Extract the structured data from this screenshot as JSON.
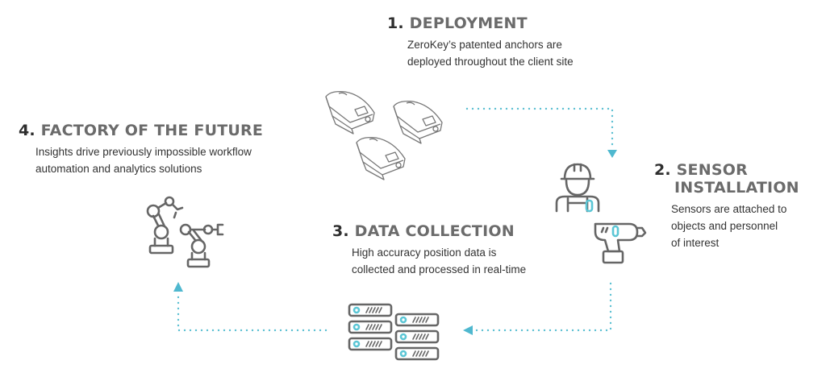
{
  "steps": [
    {
      "number": "1.",
      "title": "DEPLOYMENT",
      "description_lines": [
        "ZeroKey’s patented anchors are",
        "deployed throughout the client site"
      ],
      "icon": "anchor-devices-icon"
    },
    {
      "number": "2.",
      "title_lines": [
        "SENSOR",
        "INSTALLATION"
      ],
      "description_lines": [
        "Sensors are attached to",
        "objects and personnel",
        "of interest"
      ],
      "icon": "worker-and-drill-icon"
    },
    {
      "number": "3.",
      "title": "DATA COLLECTION",
      "description_lines": [
        "High accuracy position data is",
        "collected and processed in real-time"
      ],
      "icon": "server-stack-icon"
    },
    {
      "number": "4.",
      "title": "FACTORY OF THE FUTURE",
      "description_lines": [
        "Insights drive previously impossible workflow",
        "automation and analytics solutions"
      ],
      "icon": "robot-arms-icon"
    }
  ],
  "colors": {
    "accent": "#5bc6d5",
    "icon_stroke": "#666666",
    "title_gray": "#6b6b6b",
    "number_dark": "#2e2e2e"
  }
}
